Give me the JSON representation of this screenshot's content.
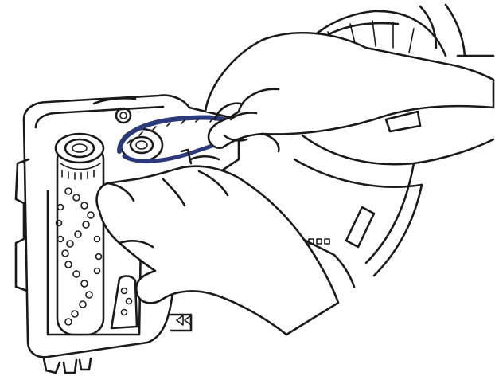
{
  "illustration": {
    "subject": "line-art",
    "colors": {
      "ink": "#1a1a1a",
      "background": "#ffffff",
      "belt_accent": "#2b3a7a"
    },
    "icons": [
      "cleaner-base-housing",
      "brush-roll",
      "drive-belt",
      "left-hand",
      "right-hand",
      "pulley",
      "vacuum-body"
    ]
  }
}
